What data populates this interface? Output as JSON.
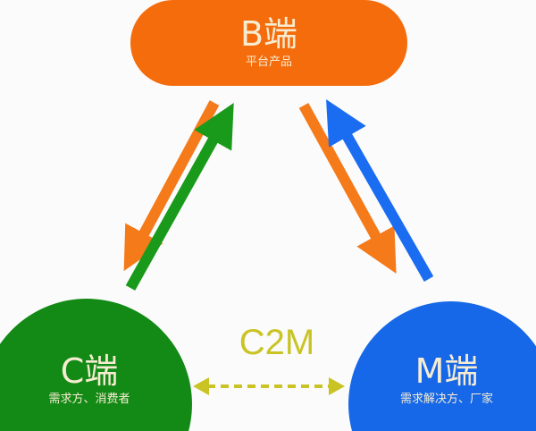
{
  "nodes": {
    "b": {
      "title": "B端",
      "subtitle": "平台产品",
      "color": "#f46c0c"
    },
    "c": {
      "title": "C端",
      "subtitle": "需求方、消费者",
      "color": "#138a16"
    },
    "m": {
      "title": "M端",
      "subtitle": "需求解决方、厂家",
      "color": "#1668e8"
    }
  },
  "link_label": "C2M",
  "colors": {
    "orange": "#f47a1a",
    "green": "#1a9a1a",
    "blue": "#1a6cf0",
    "yellow": "#c9c424"
  }
}
